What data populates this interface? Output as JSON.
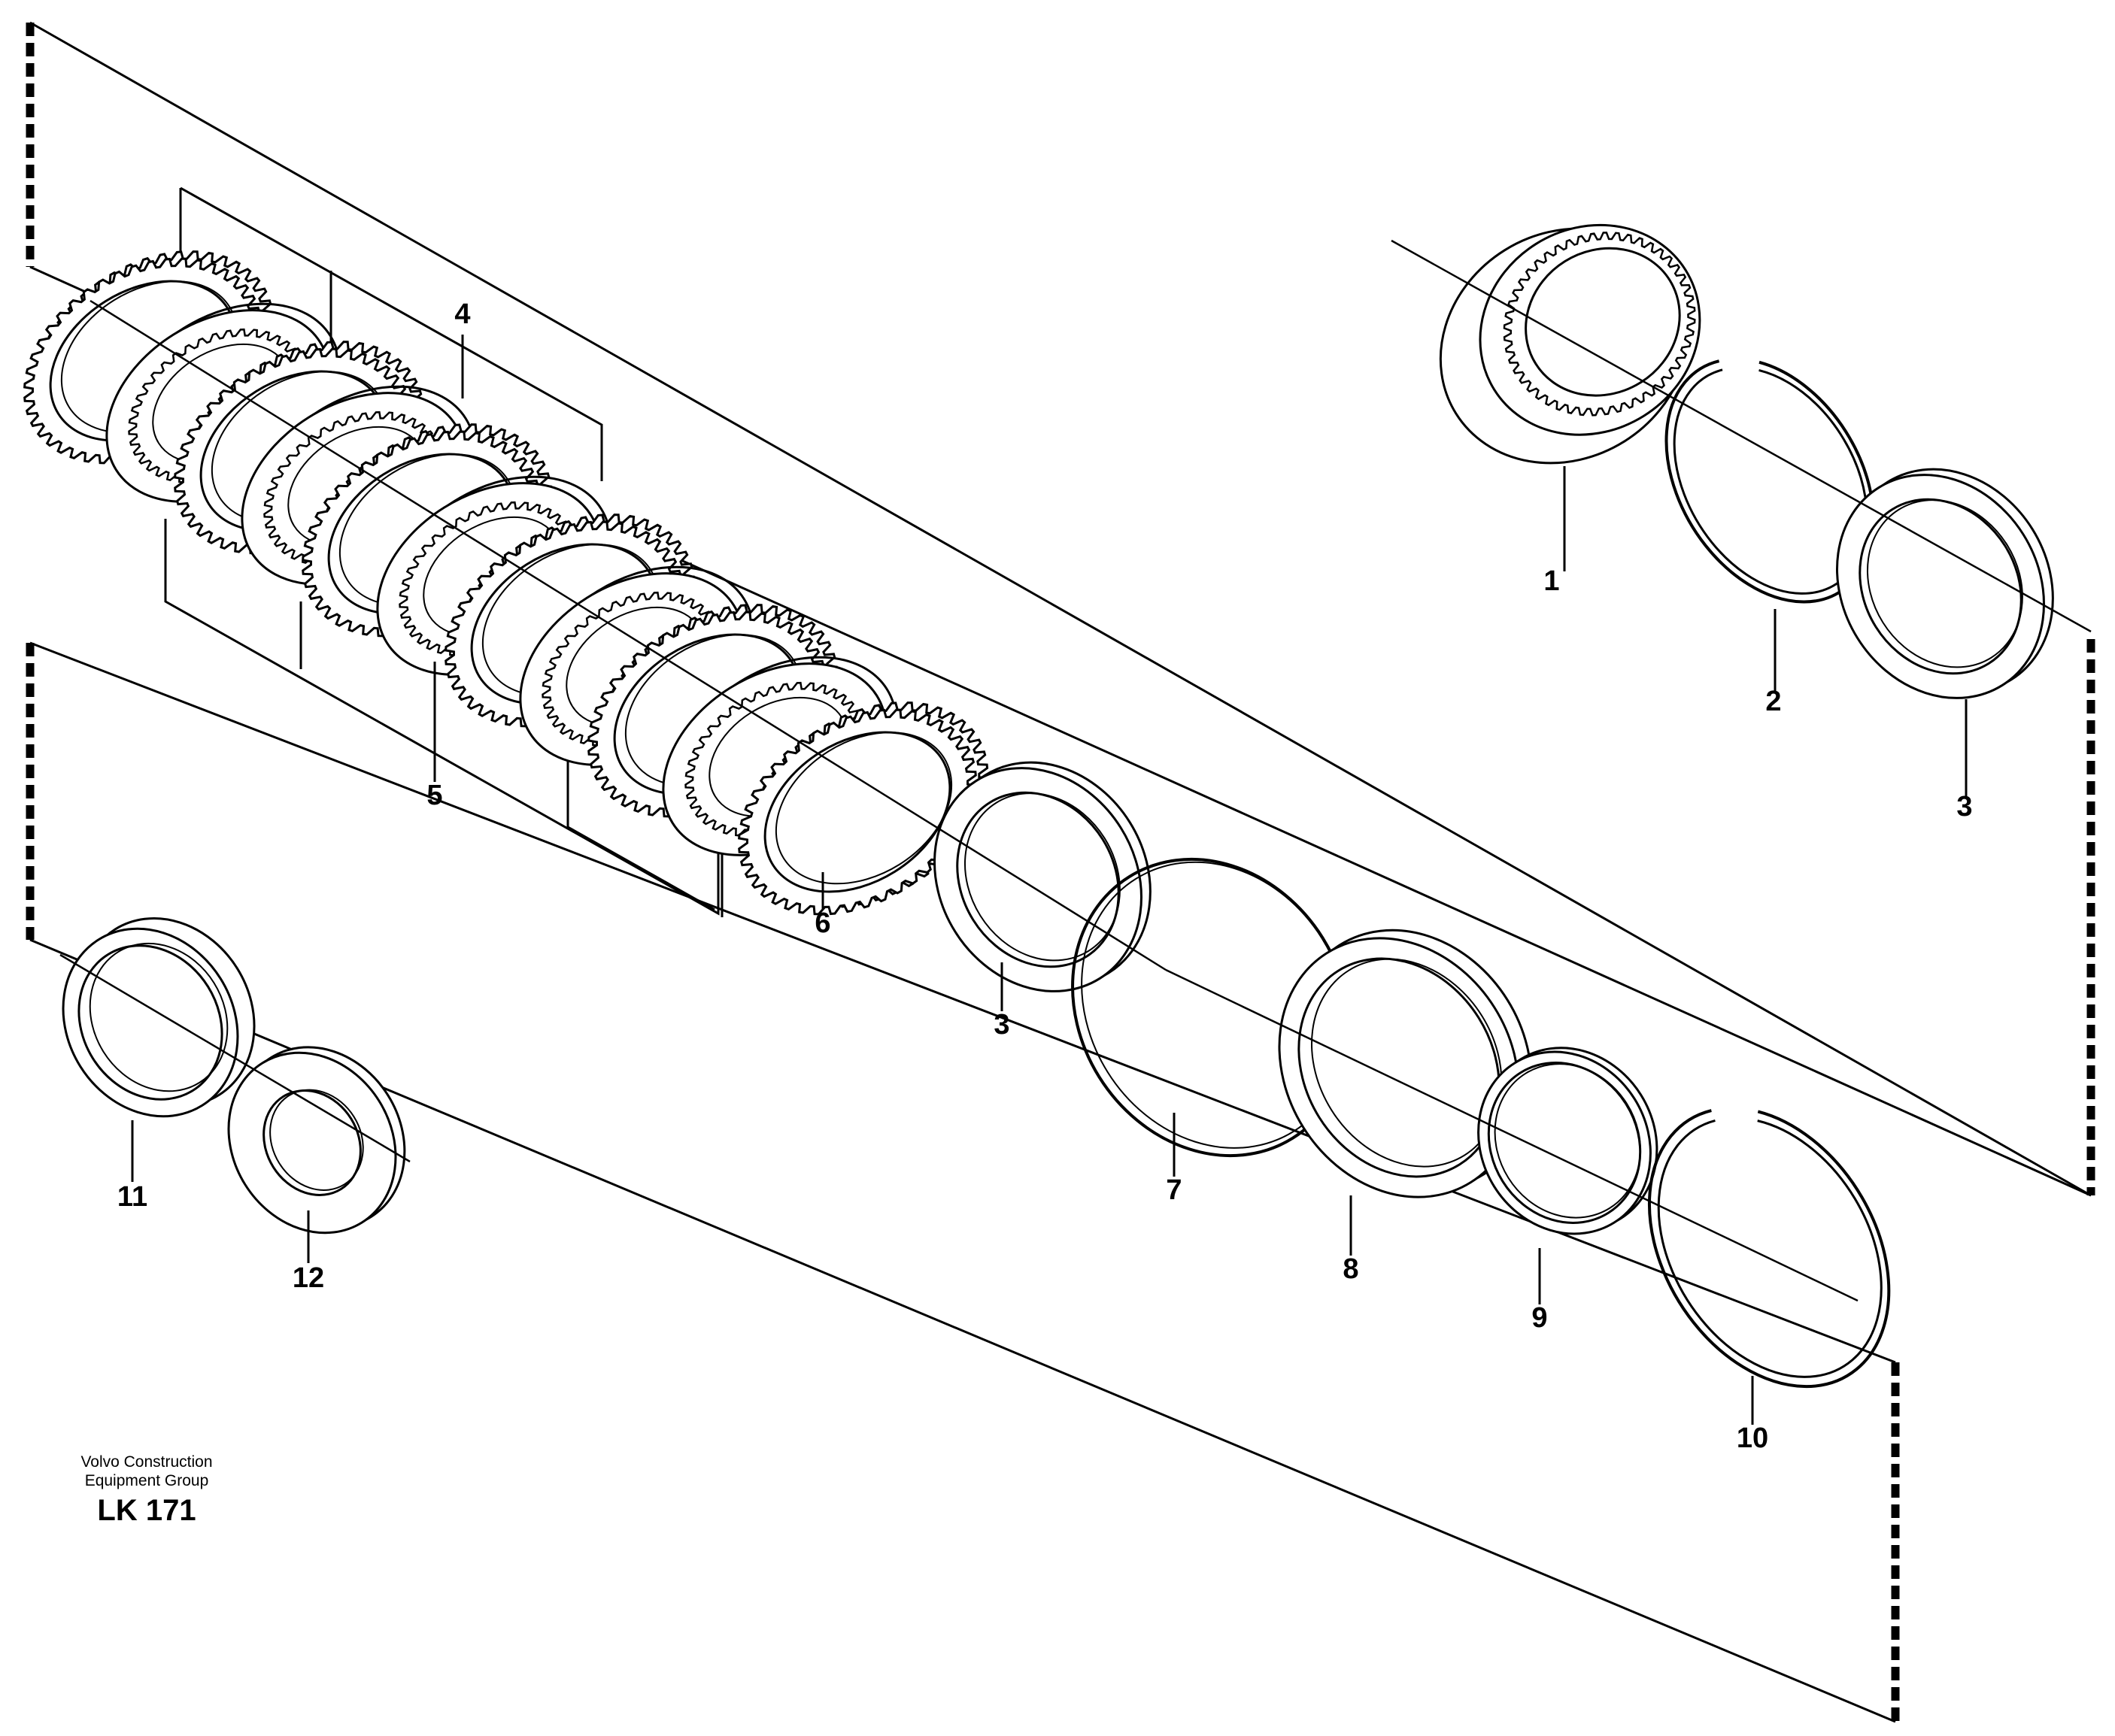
{
  "callouts": [
    "1",
    "2",
    "3",
    "4",
    "5",
    "6",
    "3",
    "7",
    "8",
    "9",
    "10",
    "11",
    "12"
  ],
  "brand": {
    "line1": "Volvo Construction",
    "line2": "Equipment Group",
    "code": "LK 171"
  }
}
